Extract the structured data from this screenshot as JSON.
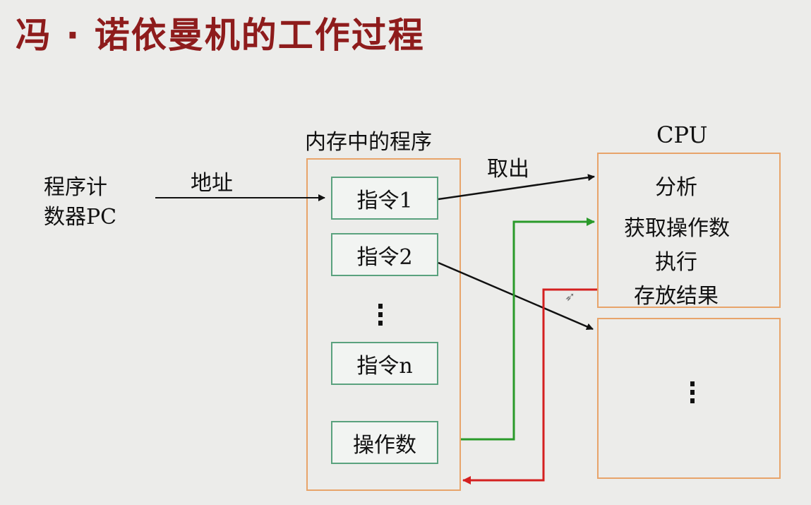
{
  "title": "冯 · 诺依曼机的工作过程",
  "pc": {
    "line1": "程序计",
    "line2": "数器PC"
  },
  "address_label": "地址",
  "memory": {
    "label": "内存中的程序",
    "items": [
      "指令1",
      "指令2",
      "指令n",
      "操作数"
    ]
  },
  "fetch_label": "取出",
  "cpu": {
    "label": "CPU",
    "steps": [
      "分析",
      "获取操作数",
      "执行",
      "存放结果"
    ]
  },
  "colors": {
    "title": "#8e1c1c",
    "box_border": "#e8a46a",
    "instr_border": "#5aa27e",
    "green_arrow": "#2a9a2a",
    "red_arrow": "#d42020"
  }
}
